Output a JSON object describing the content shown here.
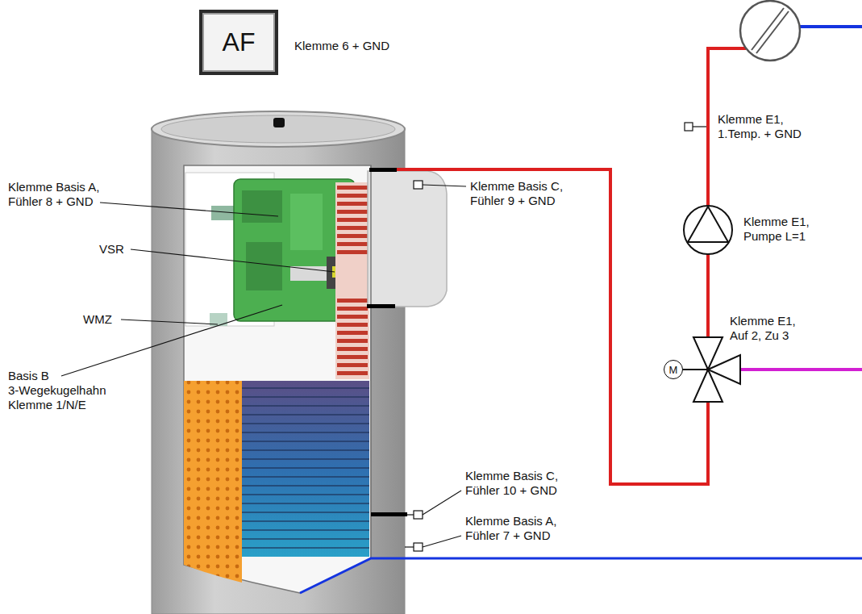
{
  "diagram": {
    "nodes": [
      {
        "text": [
          "AF"
        ]
      },
      {
        "text": [
          "M"
        ]
      }
    ],
    "labels": [
      "Klemme 6 + GND",
      "Klemme E1, 1.Temp. + GND",
      "Klemme Basis A, Fühler 8 + GND",
      "Klemme Basis C, Fühler 9 + GND",
      "Klemme E1, Pumpe L=1",
      "VSR",
      "WMZ",
      "Klemme E1, Auf 2, Zu 3",
      "Basis B 3-Wegekugelhahn Klemme 1/N/E",
      "Klemme Basis C, Fühler 10 + GND",
      "Klemme Basis A, Fühler 7 + GND"
    ]
  }
}
